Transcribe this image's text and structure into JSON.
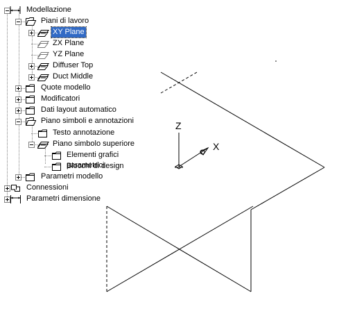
{
  "tree": {
    "items": [
      {
        "label": "Modellazione",
        "icon": "dimension-style-icon",
        "expander": "minus"
      },
      {
        "label": "Piani di lavoro",
        "icon": "open-folder-icon",
        "expander": "minus"
      },
      {
        "label": "XY Plane",
        "icon": "work-plane-icon",
        "expander": "plus",
        "selected": true
      },
      {
        "label": "ZX Plane",
        "icon": "work-plane-outline-icon",
        "expander": null
      },
      {
        "label": "YZ Plane",
        "icon": "work-plane-outline-icon",
        "expander": null
      },
      {
        "label": "Diffuser Top",
        "icon": "work-plane-icon",
        "expander": "plus"
      },
      {
        "label": "Duct Middle",
        "icon": "work-plane-icon",
        "expander": "plus"
      },
      {
        "label": "Quote modello",
        "icon": "folder-icon",
        "expander": "plus"
      },
      {
        "label": "Modificatori",
        "icon": "folder-icon",
        "expander": "plus"
      },
      {
        "label": "Dati layout automatico",
        "icon": "folder-icon",
        "expander": "plus"
      },
      {
        "label": "Piano simboli e annotazioni",
        "icon": "open-folder-icon",
        "expander": "minus"
      },
      {
        "label": "Testo annotazione",
        "icon": "folder-icon",
        "expander": null
      },
      {
        "label": "Piano simbolo superiore",
        "icon": "work-plane-icon",
        "expander": "minus"
      },
      {
        "label": "Elementi grafici parametrici",
        "icon": "folder-icon",
        "expander": null
      },
      {
        "label": "Blocchi di design",
        "icon": "folder-icon",
        "expander": null
      },
      {
        "label": "Parametri modello",
        "icon": "folder-icon",
        "expander": "plus"
      },
      {
        "label": "Connessioni",
        "icon": "connection-icon",
        "expander": "plus"
      },
      {
        "label": "Parametri dimensione",
        "icon": "dimension-icon",
        "expander": "plus"
      }
    ]
  },
  "viewport": {
    "axis_z_label": "Z",
    "axis_x_label": "X",
    "colors": {
      "selection": "#316ac5",
      "lines": "#000000",
      "tree_lines": "#808080",
      "folder": "#ffffff"
    }
  }
}
